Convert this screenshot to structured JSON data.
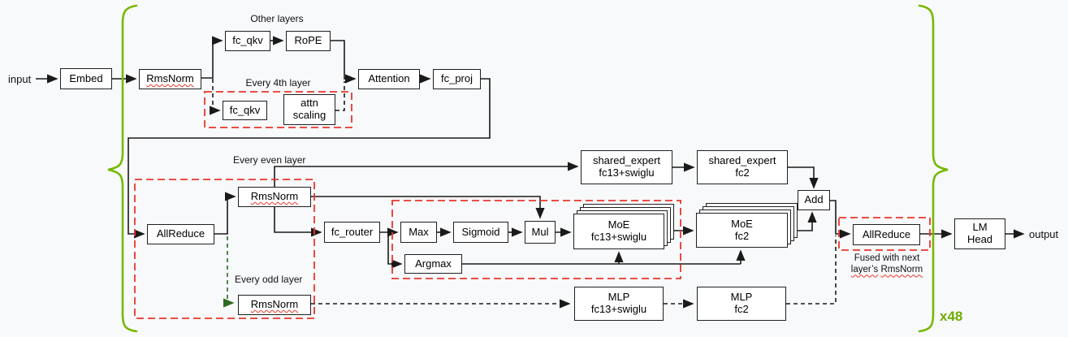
{
  "endpoints": {
    "input": "input",
    "output": "output"
  },
  "region_labels": {
    "other_layers": "Other layers",
    "every_4th_layer": "Every 4th layer",
    "every_even_layer": "Every even layer",
    "every_odd_layer": "Every odd layer"
  },
  "nodes": {
    "embed": {
      "label": "Embed"
    },
    "rmsnorm_attention": {
      "label": "RmsNorm"
    },
    "fc_qkv_other": {
      "label": "fc_qkv"
    },
    "rope": {
      "label": "RoPE"
    },
    "attention": {
      "label": "Attention"
    },
    "fc_proj": {
      "label": "fc_proj"
    },
    "fc_qkv_every4": {
      "label": "fc_qkv"
    },
    "attn_scaling": {
      "line1": "attn",
      "line2": "scaling"
    },
    "allreduce_pre_moe": {
      "label": "AllReduce"
    },
    "rmsnorm_even": {
      "label": "RmsNorm"
    },
    "rmsnorm_odd": {
      "label": "RmsNorm"
    },
    "fc_router": {
      "label": "fc_router"
    },
    "max": {
      "label": "Max"
    },
    "sigmoid": {
      "label": "Sigmoid"
    },
    "mul": {
      "label": "Mul"
    },
    "argmax": {
      "label": "Argmax"
    },
    "moe_fc13": {
      "line1": "MoE",
      "line2": "fc13+swiglu"
    },
    "moe_fc2": {
      "line1": "MoE",
      "line2": "fc2"
    },
    "shared_expert_fc13": {
      "line1": "shared_expert",
      "line2": "fc13+swiglu"
    },
    "shared_expert_fc2": {
      "line1": "shared_expert",
      "line2": "fc2"
    },
    "add": {
      "label": "Add"
    },
    "mlp_fc13": {
      "line1": "MLP",
      "line2": "fc13+swiglu"
    },
    "mlp_fc2": {
      "line1": "MLP",
      "line2": "fc2"
    },
    "allreduce_output": {
      "label": "AllReduce"
    },
    "lm_head": {
      "line1": "LM",
      "line2": "Head"
    }
  },
  "notes": {
    "fused_line1": "Fused with next",
    "fused_word1": "layer’s",
    "fused_word2": "RmsNorm",
    "repeat_count": "x48"
  },
  "colors": {
    "background": "#f8f9fb",
    "box_fill": "#ffffff",
    "box_border": "#1f1f1f",
    "connector_black": "#1a1a1a",
    "group_dashed_red": "#e8362d",
    "spellcheck_squiggle_red": "#e8362d",
    "odd_layer_dashed_green": "#2e6b1f",
    "repeat_brace_green": "#76b900",
    "x48_green": "#6fae00"
  }
}
